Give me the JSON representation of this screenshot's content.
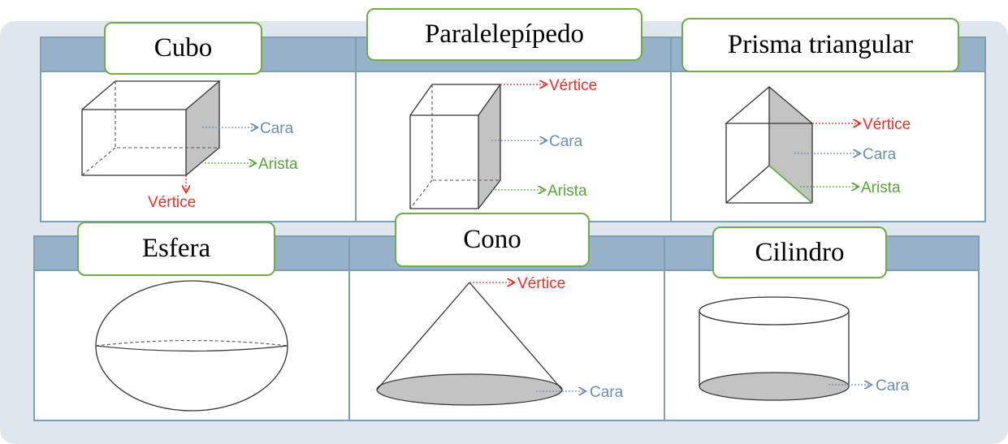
{
  "titles": {
    "cubo": "Cubo",
    "paralelepipedo": "Paralelepípedo",
    "prisma": "Prisma triangular",
    "esfera": "Esfera",
    "cono": "Cono",
    "cilindro": "Cilindro"
  },
  "labels": {
    "cara": "Cara",
    "arista": "Arista",
    "vertice": "Vértice"
  },
  "colors": {
    "cara": "#6a8fb0",
    "arista": "#5aa63a",
    "vertice": "#e8312a",
    "header": "#97b2c8",
    "box_border": "#6fae44"
  }
}
